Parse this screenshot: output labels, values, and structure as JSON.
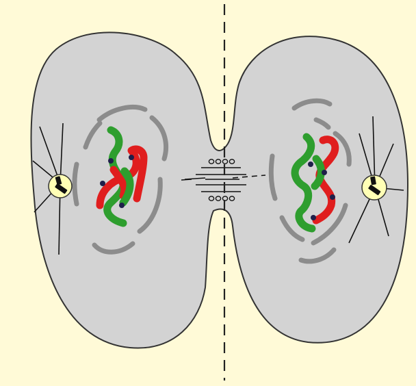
{
  "diagram": {
    "subject": "telophase-cytokinesis-cell-division",
    "colors": {
      "background": "#FFFAD7",
      "cell_fill": "#D3D3D3",
      "cell_outline": "#333333",
      "nuclear_envelope": "#8C8C8C",
      "chromosome_green": "#2E9E2E",
      "chromosome_red": "#E01E1E",
      "centromere": "#1F1F4A",
      "centrosome_fill": "#FFFFB5",
      "centriole": "#111111",
      "division_line": "#222222"
    },
    "daughter_cells": [
      {
        "side": "left",
        "chromosomes": [
          "green",
          "red"
        ],
        "centrosome": "left-pole"
      },
      {
        "side": "right",
        "chromosomes": [
          "green",
          "red"
        ],
        "centrosome": "right-pole"
      }
    ],
    "midbody": {
      "vesicle_rows": 2,
      "vesicles_per_row": 4
    },
    "cleavage_line": "dashed-vertical"
  }
}
